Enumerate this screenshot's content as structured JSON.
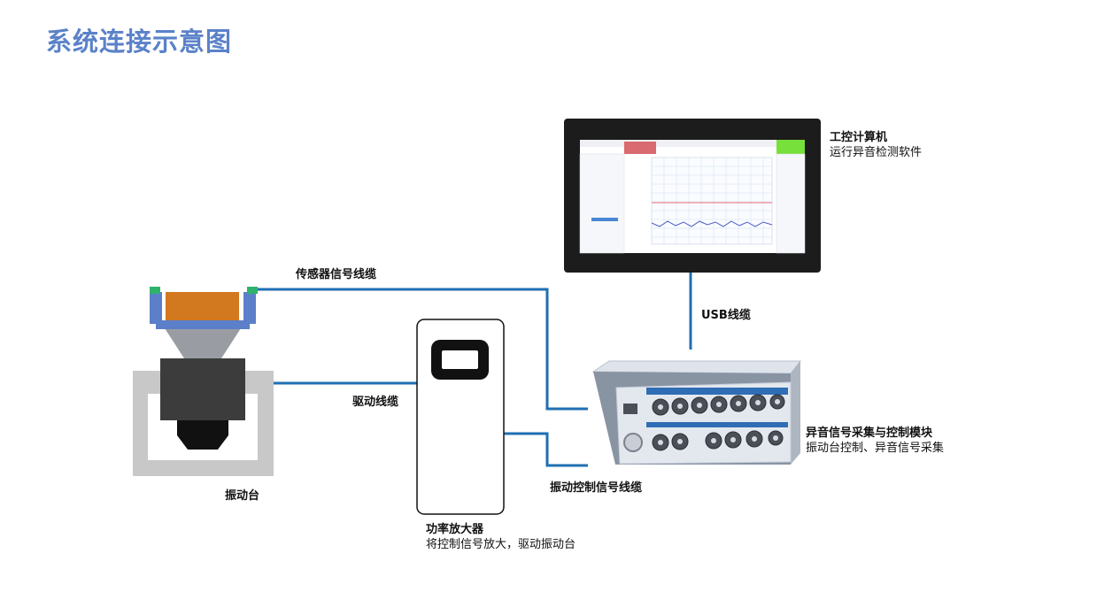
{
  "title": "系统连接示意图",
  "components": {
    "computer": {
      "name": "工控计算机",
      "desc": "运行异音检测软件"
    },
    "daq": {
      "name": "异音信号采集与控制模块",
      "desc": "振动台控制、异音信号采集"
    },
    "amplifier": {
      "name": "功率放大器",
      "desc": "将控制信号放大，驱动振动台"
    },
    "shaker": {
      "name": "振动台"
    }
  },
  "cables": {
    "sensor": "传感器信号线缆",
    "usb": "USB线缆",
    "drive": "驱动线缆",
    "control": "振动控制信号线缆"
  },
  "colors": {
    "title": "#5b82c9",
    "cable": "#1f6fb3",
    "shaker_body": "#3c3c3c",
    "shaker_frame": "#c8c8c8",
    "specimen": "#d2781f",
    "fixture": "#5b7fc8",
    "sensor": "#2fb36b"
  }
}
